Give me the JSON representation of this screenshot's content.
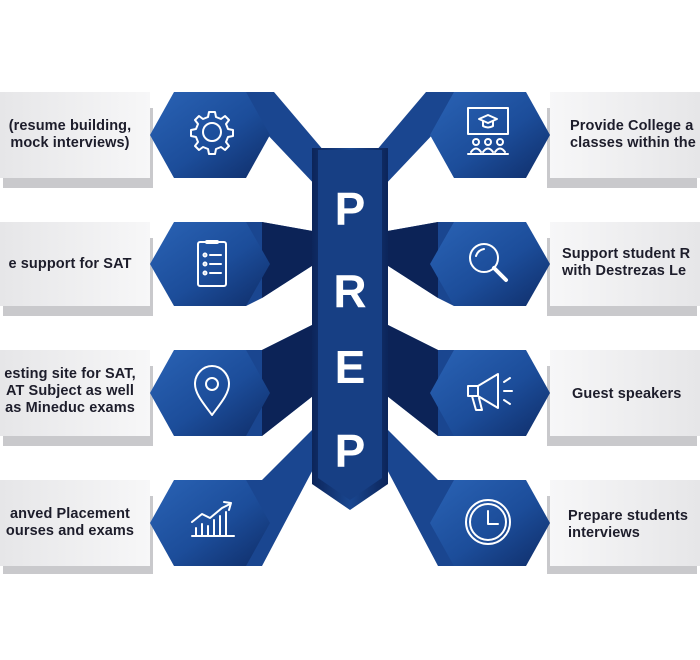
{
  "center_letters": [
    "P",
    "R",
    "E",
    "P"
  ],
  "left_items": [
    {
      "icon": "gear-icon",
      "lines": [
        "(resume building,",
        "mock interviews)"
      ]
    },
    {
      "icon": "checklist-icon",
      "lines": [
        "e support for SAT"
      ]
    },
    {
      "icon": "location-pin-icon",
      "lines": [
        "esting site for SAT,",
        "AT Subject as well",
        "as Mineduc exams"
      ]
    },
    {
      "icon": "growth-chart-icon",
      "lines": [
        "anved Placement",
        "ourses and exams"
      ]
    }
  ],
  "right_items": [
    {
      "icon": "graduation-board-icon",
      "lines": [
        "Provide College a",
        "classes within the"
      ]
    },
    {
      "icon": "magnifier-icon",
      "lines": [
        "Support student R",
        "with Destrezas Le"
      ]
    },
    {
      "icon": "megaphone-icon",
      "lines": [
        "Guest speakers"
      ]
    },
    {
      "icon": "clock-icon",
      "lines": [
        "Prepare students",
        "interviews"
      ]
    }
  ],
  "colors": {
    "navy_dark": "#0e2a63",
    "navy_mid": "#1c4d9a",
    "navy_light": "#2a63b5",
    "band_light": "#f2f2f3",
    "band_shadow": "#c9c9cc",
    "text": "#1d1d2b"
  }
}
